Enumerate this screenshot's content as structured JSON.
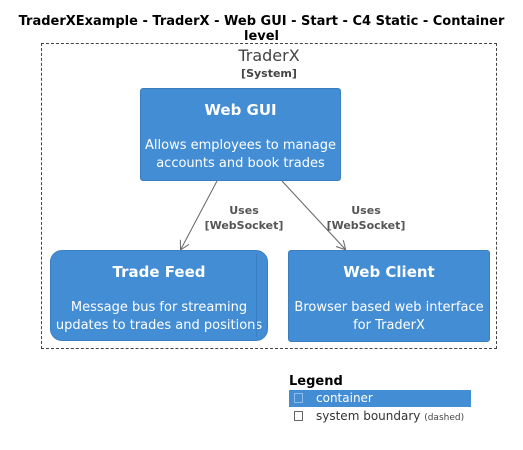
{
  "title": "TraderXExample - TraderX - Web GUI - Start - C4 Static - Container level",
  "boundary": {
    "name": "TraderX",
    "type": "[System]"
  },
  "containers": {
    "web_gui": {
      "name": "Web GUI",
      "desc_line1": "Allows employees to manage",
      "desc_line2": "accounts and book trades"
    },
    "trade_feed": {
      "name": "Trade Feed",
      "desc_line1": "Message bus for streaming",
      "desc_line2": "updates to trades and positions"
    },
    "web_client": {
      "name": "Web Client",
      "desc_line1": "Browser based web interface",
      "desc_line2": "for TraderX"
    }
  },
  "relations": [
    {
      "label": "Uses",
      "technology": "[WebSocket]"
    },
    {
      "label": "Uses",
      "technology": "[WebSocket]"
    }
  ],
  "legend": {
    "title": "Legend",
    "items": [
      {
        "label": "container",
        "note": ""
      },
      {
        "label": "system boundary",
        "note": "(dashed)"
      }
    ]
  },
  "colors": {
    "container_fill": "#438DD5",
    "container_border": "#3C7FC0",
    "arrow": "#666666",
    "boundary_border": "#444444"
  }
}
